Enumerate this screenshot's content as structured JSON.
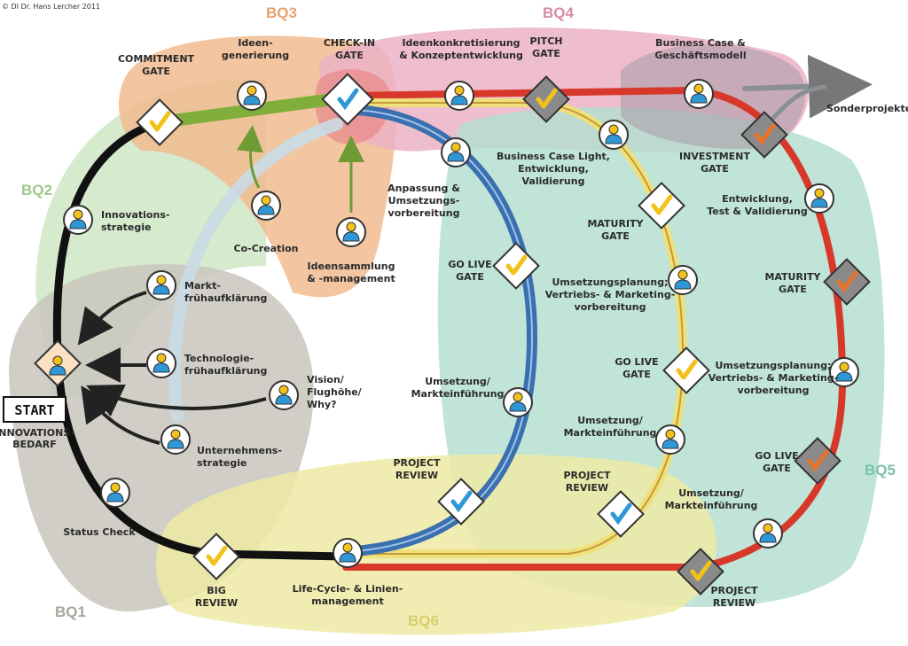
{
  "copyright": "© DI Dr. Hans Lercher 2011",
  "zones": {
    "bq1": "BQ1",
    "bq2": "BQ2",
    "bq3": "BQ3",
    "bq4": "BQ4",
    "bq5": "BQ5",
    "bq6": "BQ6"
  },
  "colors": {
    "bq1_zone": "#c9c6bd",
    "bq2_zone": "#cfe6c4",
    "bq3_zone": "#f1bb8f",
    "bq4_zone": "#ebb2c6",
    "bq5_zone": "#b5dfd0",
    "bq6_zone": "#efeaa4",
    "track_black": "#111111",
    "track_red": "#d8382a",
    "track_yellow": "#efe07a",
    "track_blue": "#3a6fb0",
    "track_green": "#7fae3a",
    "track_grey": "#8a8f95"
  },
  "start": {
    "label": "START",
    "sub1": "INNOVATIONS-",
    "sub2": "BEDARF"
  },
  "labels": {
    "commitment_gate": [
      "COMMITMENT",
      "GATE"
    ],
    "ideengenerierung": [
      "Ideen-",
      "generierung"
    ],
    "check_in_gate": [
      "CHECK-IN",
      "GATE"
    ],
    "ideenkonkretisierung": [
      "Ideenkonkretisierung",
      "& Konzeptentwicklung"
    ],
    "pitch_gate": [
      "PITCH",
      "GATE"
    ],
    "business_case": [
      "Business Case &",
      "Geschäftsmodell"
    ],
    "sonderprojekte": [
      "Sonderprojekte"
    ],
    "innovationsstrategie": [
      "Innovations-",
      "strategie"
    ],
    "co_creation": [
      "Co-Creation"
    ],
    "ideensammlung": [
      "Ideensammlung",
      "& -management"
    ],
    "anpassung": [
      "Anpassung &",
      "Umsetzungs-",
      "vorbereitung"
    ],
    "business_case_light": [
      "Business Case Light,",
      "Entwicklung,",
      "Validierung"
    ],
    "investment_gate": [
      "INVESTMENT",
      "GATE"
    ],
    "entwicklung_test": [
      "Entwicklung,",
      "Test & Validierung"
    ],
    "maturity_gate_inner": [
      "MATURITY",
      "GATE"
    ],
    "maturity_gate_outer": [
      "MATURITY",
      "GATE"
    ],
    "markt": [
      "Markt-",
      "frühaufklärung"
    ],
    "technologie": [
      "Technologie-",
      "frühaufklärung"
    ],
    "vision": [
      "Vision/",
      "Flughöhe/",
      "Why?"
    ],
    "unternehmensstrategie": [
      "Unternehmens-",
      "strategie"
    ],
    "go_live_blue": [
      "GO LIVE",
      "GATE"
    ],
    "umsetzungsplanung_inner": [
      "Umsetzungsplanung;",
      "Vertriebs- & Marketing-",
      "vorbereitung"
    ],
    "umsetzungsplanung_outer": [
      "Umsetzungsplanung;",
      "Vertriebs- & Marketing-",
      "vorbereitung"
    ],
    "go_live_yellow": [
      "GO LIVE",
      "GATE"
    ],
    "go_live_red": [
      "GO LIVE",
      "GATE"
    ],
    "umsetzung_blue": [
      "Umsetzung/",
      "Markteinführung"
    ],
    "umsetzung_yellow": [
      "Umsetzung/",
      "Markteinführung"
    ],
    "umsetzung_red": [
      "Umsetzung/",
      "Markteinführung"
    ],
    "project_review_blue": [
      "PROJECT",
      "REVIEW"
    ],
    "project_review_yellow": [
      "PROJECT",
      "REVIEW"
    ],
    "project_review_red": [
      "PROJECT",
      "REVIEW"
    ],
    "status_check": [
      "Status Check"
    ],
    "big_review": [
      "BIG",
      "REVIEW"
    ],
    "life_cycle": [
      "Life-Cycle- & Linien-",
      "management"
    ]
  }
}
